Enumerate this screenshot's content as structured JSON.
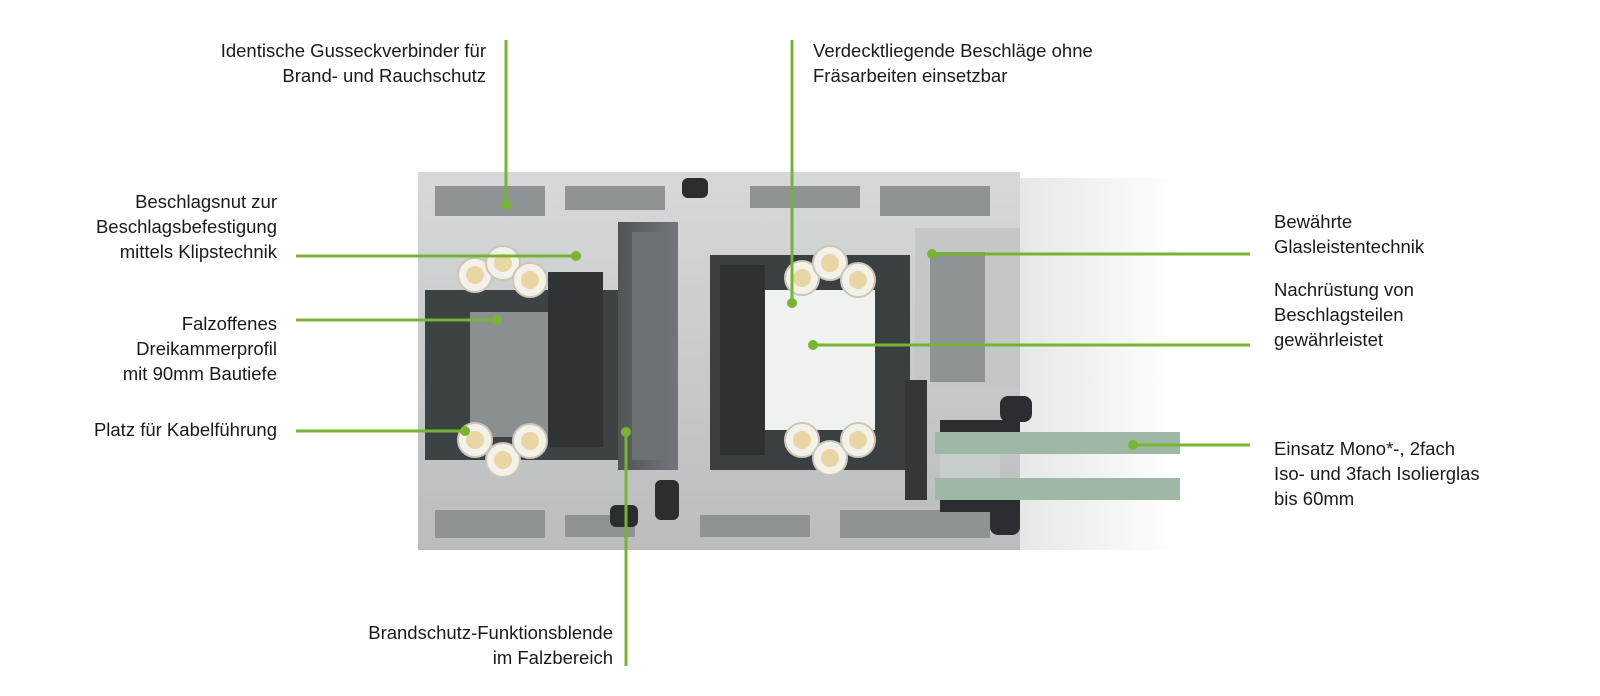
{
  "colors": {
    "leader": "#77b530",
    "text": "#1a1a1a",
    "profile_light": "#c9cccc",
    "profile_mid": "#9ea3a4",
    "profile_dark": "#5b6062",
    "gasket": "#2b2e30",
    "glass": "#9fb8a6",
    "cable_fill": "#e8d6a4",
    "cable_jacket": "#f4f1ea"
  },
  "labels": {
    "gussverbinder": "Identische Gusseckverbinder für\nBrand- und Rauchschutz",
    "beschlaege": "Verdecktliegende Beschläge ohne\nFräsarbeiten einsetzbar",
    "beschlagsnut": "Beschlagsnut zur\nBeschlagsbefestigung\nmittels Klipstechnik",
    "glasleisten": "Bewährte\nGlasleistentechnik",
    "falzoffen": "Falzoffenes\nDreikammerprofil\nmit 90mm Bautiefe",
    "nachruestung": "Nachrüstung von\nBeschlagsteilen\ngewährleistet",
    "kabel": "Platz für Kabelführung",
    "isolierglas": "Einsatz Mono*-, 2fach\nIso- und 3fach Isolierglas\nbis 60mm",
    "brandschutz": "Brandschutz-Funktionsblende\nim Falzbereich"
  }
}
